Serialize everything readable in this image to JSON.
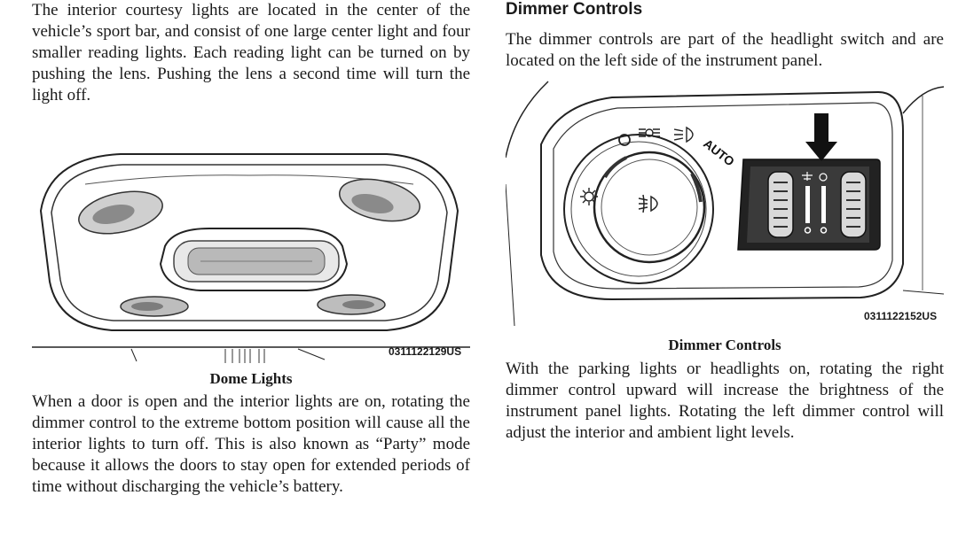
{
  "left": {
    "intro_text": "The interior courtesy lights are located in the center of the vehicle’s sport bar, and consist of one large center light and four smaller reading lights. Each reading light can be turned on by pushing the lens. Pushing the lens a second time will turn the light off.",
    "figure_code": "0311122129US",
    "figure_caption": "Dome Lights",
    "body_text": "When a door is open and the interior lights are on, rotating the dimmer control to the extreme bottom position will cause all the interior lights to turn off. This is also known as “Party” mode because it allows the doors to stay open for extended periods of time without discharging the vehicle’s battery."
  },
  "right": {
    "heading": "Dimmer Controls",
    "intro_text": "The dimmer controls are part of the headlight switch and are located on the left side of the instrument panel.",
    "figure_code": "0311122152US",
    "figure_caption": "Dimmer Controls",
    "body_text": "With the parking lights or headlights on, rotating the right dimmer control upward will increase the brightness of the instrument panel lights. Rotating the left dimmer control will adjust the interior and ambient light levels.",
    "switch_label_auto": "AUTO"
  }
}
